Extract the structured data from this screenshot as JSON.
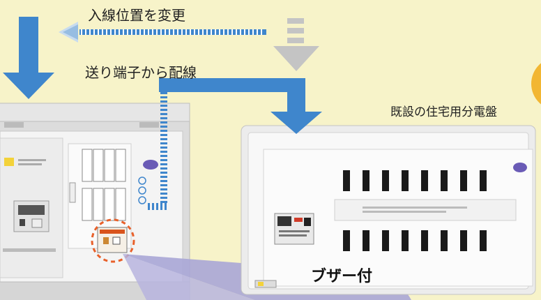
{
  "labels": {
    "change_entry_position": "入線位置を変更",
    "wire_from_send_terminal": "送り端子から配線",
    "existing_panel": "既設の住宅用分電盤",
    "with_buzzer": "ブザー付"
  },
  "colors": {
    "background": "#f7f3c9",
    "arrow_blue": "#3f86cc",
    "arrow_gray": "#c4c4c4",
    "highlight_circle": "#e8602a",
    "zoom_fan": "#a9a6d6",
    "accent_badge": "#f2b632"
  },
  "icons": [
    "down-arrow-icon",
    "left-dotted-arrow-icon",
    "dotted-wire-icon",
    "dashed-circle-icon"
  ]
}
